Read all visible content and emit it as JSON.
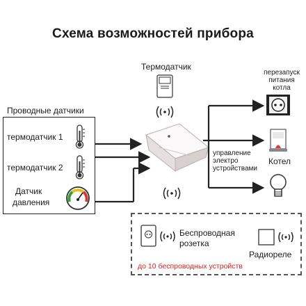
{
  "title": "Схема возможностей прибора",
  "thermosensor_label": "Термодатчик",
  "wired": {
    "title": "Проводные датчики",
    "sensor1": "термодатчик 1",
    "sensor2": "термодатчик 2",
    "pressure_line1": "Датчик",
    "pressure_line2": "давления"
  },
  "outputs": {
    "restart_line1": "перезапуск",
    "restart_line2": "питания",
    "restart_line3": "котла",
    "boiler": "Котел",
    "control_line1": "управление",
    "control_line2": "электро",
    "control_line3": "устройствами"
  },
  "wireless": {
    "socket_line1": "Беспроводная",
    "socket_line2": "розетка",
    "relay": "Радиореле",
    "limit": "до 10 беспроводных устройств"
  },
  "icons": [
    "thermometer-icon",
    "pressure-gauge-icon",
    "wifi-signal-icon",
    "power-outlet-icon",
    "boiler-icon",
    "light-bulb-icon",
    "relay-icon"
  ]
}
